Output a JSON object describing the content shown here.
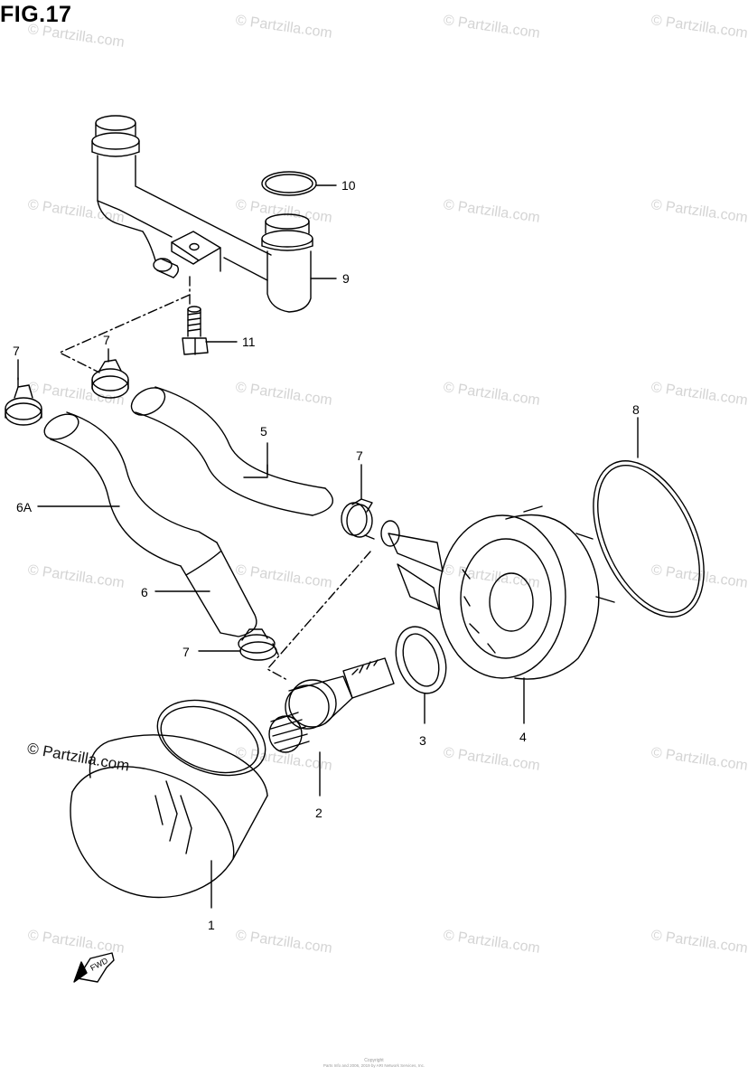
{
  "figure": {
    "title": "FIG.17"
  },
  "watermark": {
    "text": "© Partzilla.com"
  },
  "brand": {
    "text": "© Partzilla.com"
  },
  "fwd_marker": {
    "text": "FWD"
  },
  "copyright": {
    "line1": "Copyright",
    "line2": "Parts Info and 2006, 2019 by ARI Network Services, Inc."
  },
  "callouts": {
    "c1": "1",
    "c2": "2",
    "c3": "3",
    "c4": "4",
    "c5": "5",
    "c6": "6",
    "c6a": "6A",
    "c7a": "7",
    "c7b": "7",
    "c7c": "7",
    "c7d": "7",
    "c8": "8",
    "c9": "9",
    "c10": "10",
    "c11": "11"
  }
}
